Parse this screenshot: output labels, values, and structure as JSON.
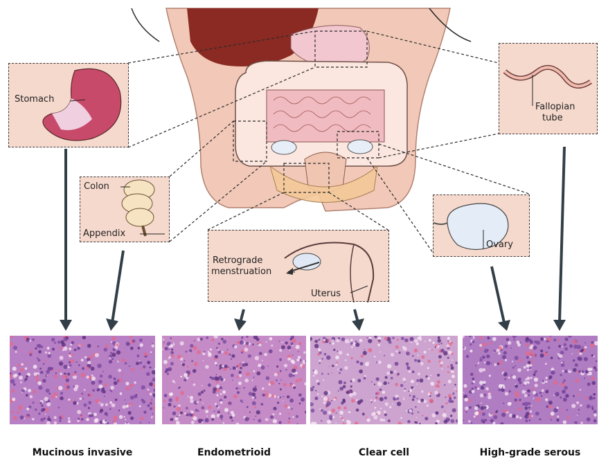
{
  "labels": {
    "stomach": "Stomach",
    "fallopian_tube_line1": "Fallopian",
    "fallopian_tube_line2": "tube",
    "colon": "Colon",
    "appendix": "Appendix",
    "retrograde_line1": "Retrograde",
    "retrograde_line2": "menstruation",
    "uterus": "Uterus",
    "ovary": "Ovary"
  },
  "captions": [
    "Mucinous invasive",
    "Endometrioid",
    "Clear cell",
    "High-grade serous"
  ],
  "colors": {
    "callout_fill": "#f6d9cd",
    "skin": "#f2c9b8",
    "intestine": "#fbe7df",
    "tissue_base": "#b77fc4",
    "tissue_dark": "#6d3f95",
    "arrow": "#333f48"
  }
}
